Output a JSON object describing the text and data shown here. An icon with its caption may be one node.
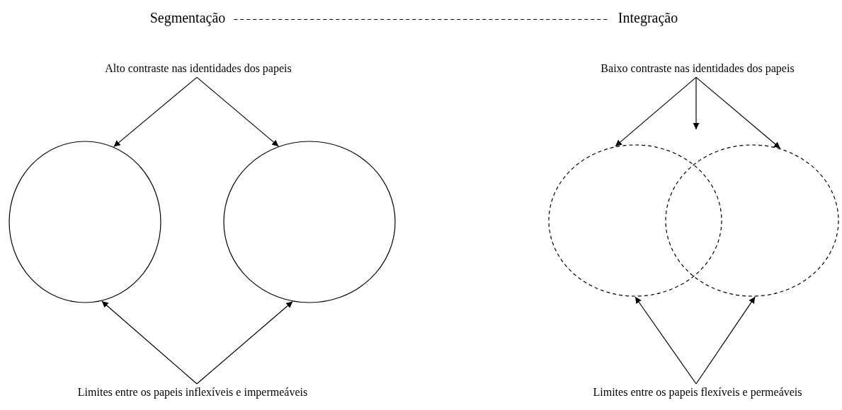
{
  "diagram": {
    "nodes": [
      {
        "text": [
          "Segmentação"
        ]
      },
      {
        "text": [
          "Integração"
        ]
      },
      {
        "text": [
          "Alto contraste nas identidades dos papeis"
        ]
      },
      {
        "text": [],
        "shape": "circle"
      },
      {
        "text": [],
        "shape": "circle"
      },
      {
        "text": [
          "Limites entre os papeis inflexíveis e impermeáveis"
        ]
      },
      {
        "text": [
          "Baixo contraste nas identidades dos papeis"
        ]
      },
      {
        "text": [],
        "shape": "circle"
      },
      {
        "text": [],
        "shape": "circle"
      },
      {
        "text": [
          "Limites entre os papeis flexíveis e permeáveis"
        ]
      }
    ],
    "edges": [
      {
        "from": 0,
        "to": 1,
        "arrow": "none",
        "style": "dashed"
      },
      {
        "from": 2,
        "to": 3,
        "arrow": "to"
      },
      {
        "from": 2,
        "to": 4,
        "arrow": "to"
      },
      {
        "from": 6,
        "to": 7,
        "arrow": "to"
      },
      {
        "from": 6,
        "to": null,
        "arrow": "to"
      },
      {
        "from": 6,
        "to": 8,
        "arrow": "to"
      },
      {
        "from": 5,
        "to": 3,
        "arrow": "to"
      },
      {
        "from": 5,
        "to": 4,
        "arrow": "to"
      },
      {
        "from": 9,
        "to": 7,
        "arrow": "to"
      },
      {
        "from": 9,
        "to": 8,
        "arrow": "to"
      }
    ]
  }
}
